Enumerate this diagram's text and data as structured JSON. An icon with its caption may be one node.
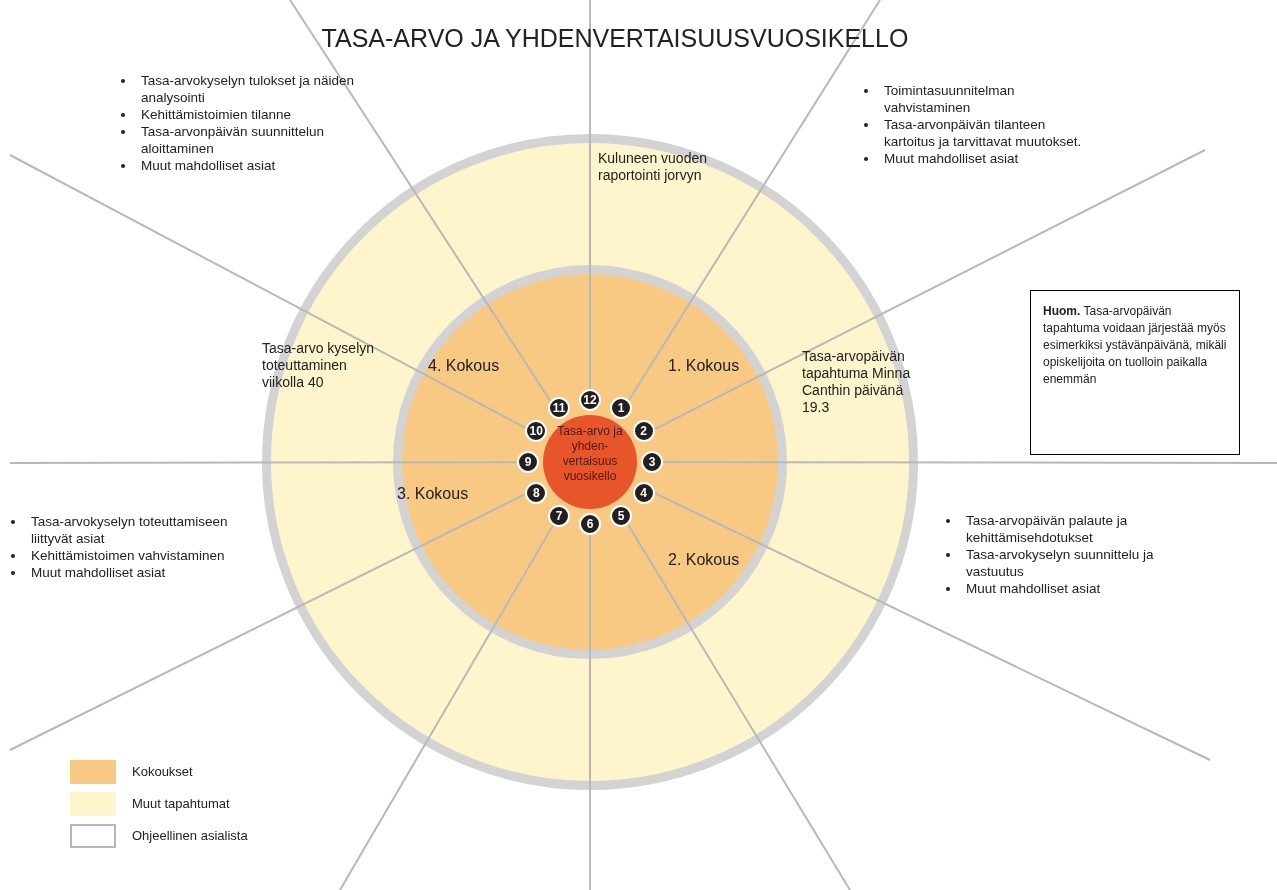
{
  "diagram": {
    "title": "TASA-ARVO JA YHDENVERTAISUUSVUOSIKELLO",
    "nodes": [
      {
        "text": [
          "Kuluneen vuoden raportointi jorvyn",
          "Tasa-arvo kyselyn toteuttaminen viikolla 40",
          "Tasa-arvopäivän tapahtuma Minna Canthin päivänä 19.3"
        ]
      },
      {
        "text": [
          "4. Kokous",
          "1. Kokous",
          "3. Kokous",
          "2. Kokous"
        ],
        "in": 0
      },
      {
        "text": [
          "Tasa-arvo ja yhden- vertaisuus vuosikello"
        ],
        "in": 1
      },
      {
        "text": [
          "1"
        ],
        "in": 1
      },
      {
        "text": [
          "2"
        ],
        "in": 1
      },
      {
        "text": [
          "3"
        ],
        "in": 1
      },
      {
        "text": [
          "4"
        ],
        "in": 1
      },
      {
        "text": [
          "5"
        ],
        "in": 1
      },
      {
        "text": [
          "6"
        ],
        "in": 1
      },
      {
        "text": [
          "7"
        ],
        "in": 1
      },
      {
        "text": [
          "8"
        ],
        "in": 1
      },
      {
        "text": [
          "9"
        ],
        "in": 1
      },
      {
        "text": [
          "10"
        ],
        "in": 1
      },
      {
        "text": [
          "11"
        ],
        "in": 1
      },
      {
        "text": [
          "12"
        ],
        "in": 1
      },
      {
        "text": [
          "**Huom.** Tasa-arvopäivän tapahtuma voidaan järjestää myös esimerkiksi ystävänpäivänä, mikäli opiskelijoita on tuolloin paikalla enemmän"
        ]
      }
    ],
    "labels": [
      "Tasa-arvokyselyn tulokset ja näiden analysointi",
      "Kehittämistoimien tilanne",
      "Tasa-arvonpäivän suunnittelun aloittaminen",
      "Muut mahdolliset asiat",
      "Toimintasuunnitelman vahvistaminen",
      "Tasa-arvonpäivän tilanteen kartoitus ja tarvittavat muutokset.",
      "Muut mahdolliset asiat",
      "Tasa-arvokyselyn toteuttamiseen liittyvät asiat",
      "Kehittämistoimen vahvistaminen",
      "Muut mahdolliset asiat",
      "Tasa-arvopäivän palaute ja kehittämisehdotukset",
      "Tasa-arvokyselyn suunnittelu ja vastuutus",
      "Muut mahdolliset asiat"
    ],
    "legend": [
      {
        "text": "Kokoukset",
        "color": "#f8c983"
      },
      {
        "text": "Muut tapahtumat",
        "color": "#fff5cc"
      },
      {
        "text": "Ohjeellinen asialista"
      }
    ]
  }
}
